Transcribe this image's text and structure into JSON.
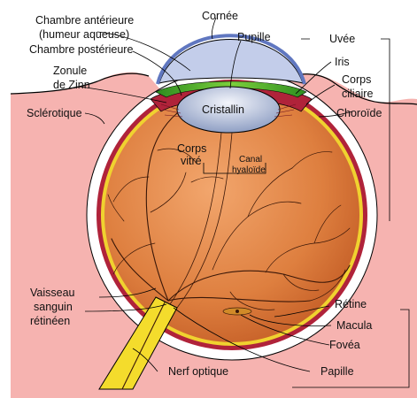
{
  "diagram": {
    "labels": {
      "chambre_anterieure_1": "Chambre antérieure",
      "chambre_anterieure_2": "(humeur aqueuse)",
      "chambre_posterieure": "Chambre postérieure",
      "zonule_1": "Zonule",
      "zonule_2": "de Zinn",
      "sclerotique": "Sclérotique",
      "cornee": "Cornée",
      "pupille": "Pupille",
      "cristallin": "Cristallin",
      "corps_vitre_1": "Corps",
      "corps_vitre_2": "vitré",
      "canal_hyaloide_1": "Canal",
      "canal_hyaloide_2": "hyaloïde",
      "uvee": "Uvée",
      "iris": "Iris",
      "corps_ciliaire_1": "Corps",
      "corps_ciliaire_2": "ciliaire",
      "choroide": "Choroïde",
      "vaisseau_1": "Vaisseau",
      "vaisseau_2": "sanguin",
      "vaisseau_3": "rétinéen",
      "retine": "Rétine",
      "macula": "Macula",
      "fovea": "Fovéa",
      "papille": "Papille",
      "nerf_optique": "Nerf optique"
    },
    "colors": {
      "skin": "#f6b3b0",
      "sclera": "#ffffff",
      "choroid": "#b0233a",
      "retina": "#f0d22f",
      "vitreous": "#d9793b",
      "lens": "#c4d0e8",
      "cornea": "#9bb0e0",
      "iris": "#48ad33",
      "vessel": "#3a1708",
      "nerve": "#f4dc2c"
    }
  }
}
